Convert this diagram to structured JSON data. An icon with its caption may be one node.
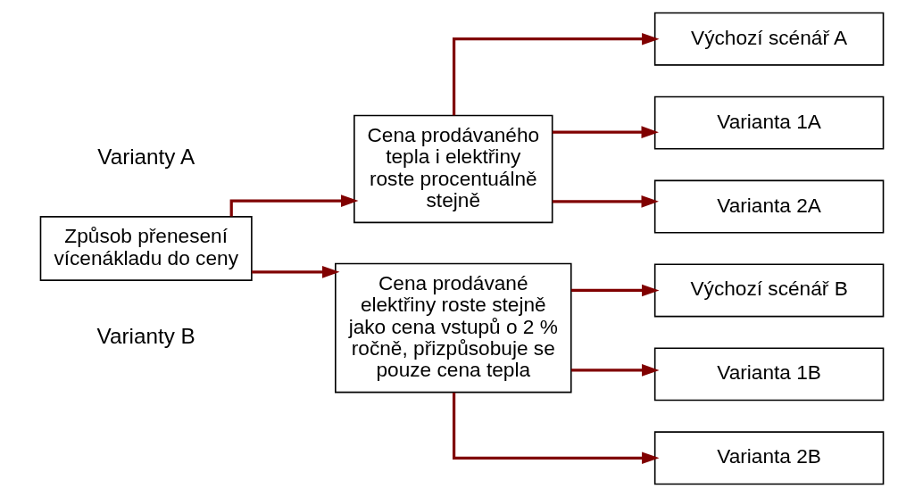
{
  "diagram": {
    "nodes": [
      {
        "text": [
          "Způsob přenesení vícenákladu do ceny"
        ]
      },
      {
        "text": [
          "Cena prodávaného tepla i elektřiny roste procentuálně stejně"
        ]
      },
      {
        "text": [
          "Výchozí scénář A"
        ]
      },
      {
        "text": [
          "Varianta 1A"
        ]
      },
      {
        "text": [
          "Varianta 2A"
        ]
      },
      {
        "text": [
          "Cena prodávané elektřiny roste stejně jako cena vstupů o 2 % ročně, přizpůsobuje se pouze cena tepla"
        ]
      },
      {
        "text": [
          "Výchozí scénář B"
        ]
      },
      {
        "text": [
          "Varianta 1B"
        ]
      },
      {
        "text": [
          "Varianta 2B"
        ]
      }
    ],
    "edges": [
      {
        "from": 0,
        "to": 1,
        "arrow": "to"
      },
      {
        "from": 1,
        "to": 2,
        "arrow": "to"
      },
      {
        "from": 1,
        "to": 3,
        "arrow": "to"
      },
      {
        "from": 1,
        "to": 4,
        "arrow": "to"
      },
      {
        "from": 0,
        "to": 5,
        "arrow": "to"
      },
      {
        "from": 5,
        "to": 6,
        "arrow": "to"
      },
      {
        "from": 5,
        "to": 7,
        "arrow": "to"
      },
      {
        "from": 5,
        "to": 8,
        "arrow": "to"
      }
    ],
    "labels": [
      "Varianty A",
      "Varianty B"
    ]
  }
}
